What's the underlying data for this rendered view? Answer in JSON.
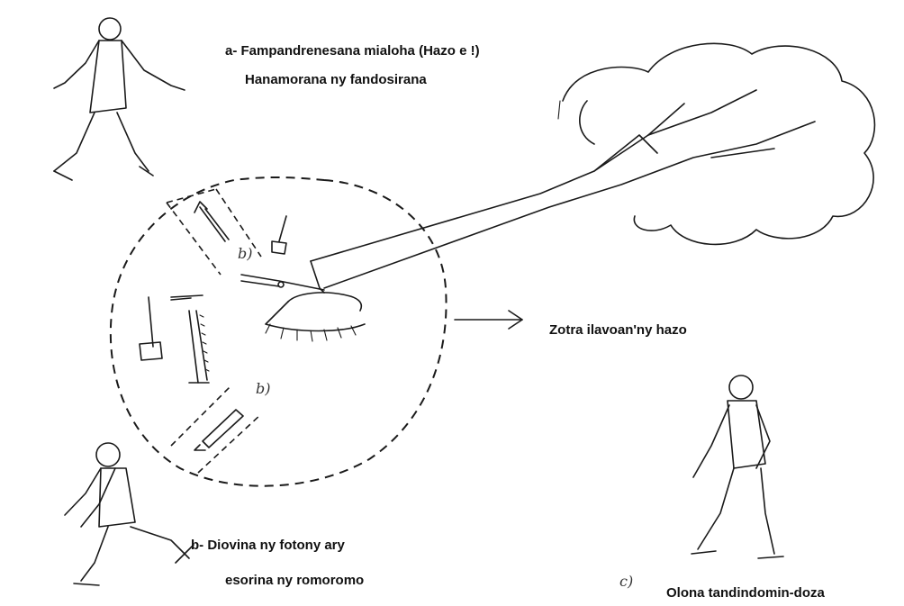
{
  "captions": {
    "a_line1": "a- Fampandrenesana mialoha (Hazo e !)",
    "a_line2": "Hanamorana ny fandosirana",
    "zone": "Zotra ilavoan'ny hazo",
    "b_line1": "b- Diovina ny fotony ary",
    "b_line2": "esorina ny romoromo",
    "c_line1": "Olona tandindomin-doza"
  },
  "marks": {
    "b_upper": "b)",
    "b_lower": "b)",
    "c": "c)"
  }
}
